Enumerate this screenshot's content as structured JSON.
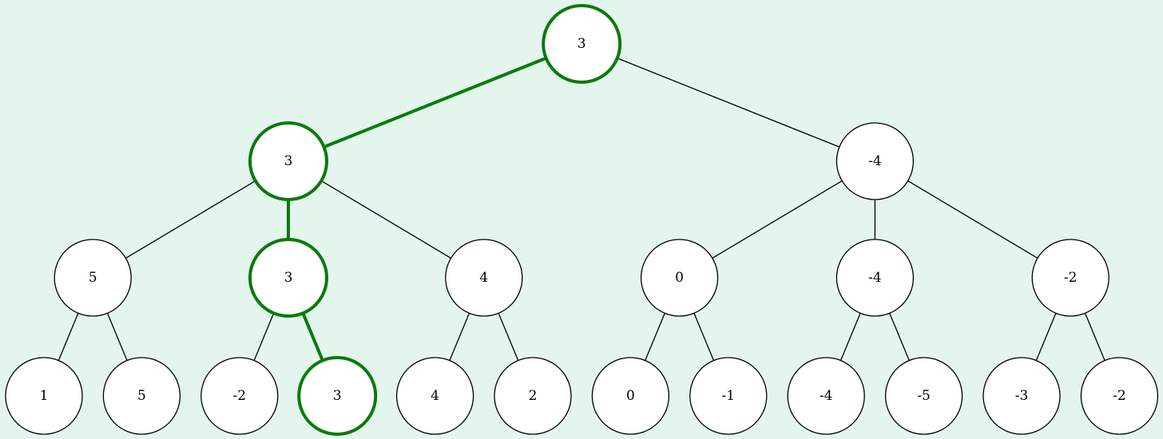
{
  "colors": {
    "background": "#e4f5ee",
    "highlight": "#0a7a0a",
    "node_fill": "#ffffff",
    "edge": "#000000"
  },
  "tree": {
    "value": "3",
    "highlighted": true,
    "children": [
      {
        "value": "3",
        "highlighted": true,
        "children": [
          {
            "value": "5",
            "children": [
              {
                "value": "1"
              },
              {
                "value": "5"
              }
            ]
          },
          {
            "value": "3",
            "highlighted": true,
            "children": [
              {
                "value": "-2"
              },
              {
                "value": "3",
                "highlighted": true
              }
            ]
          },
          {
            "value": "4",
            "children": [
              {
                "value": "4"
              },
              {
                "value": "2"
              }
            ]
          }
        ]
      },
      {
        "value": "-4",
        "children": [
          {
            "value": "0",
            "children": [
              {
                "value": "0"
              },
              {
                "value": "-1"
              }
            ]
          },
          {
            "value": "-4",
            "children": [
              {
                "value": "-4"
              },
              {
                "value": "-5"
              }
            ]
          },
          {
            "value": "-2",
            "children": [
              {
                "value": "-3"
              },
              {
                "value": "-2"
              }
            ]
          }
        ]
      }
    ]
  }
}
